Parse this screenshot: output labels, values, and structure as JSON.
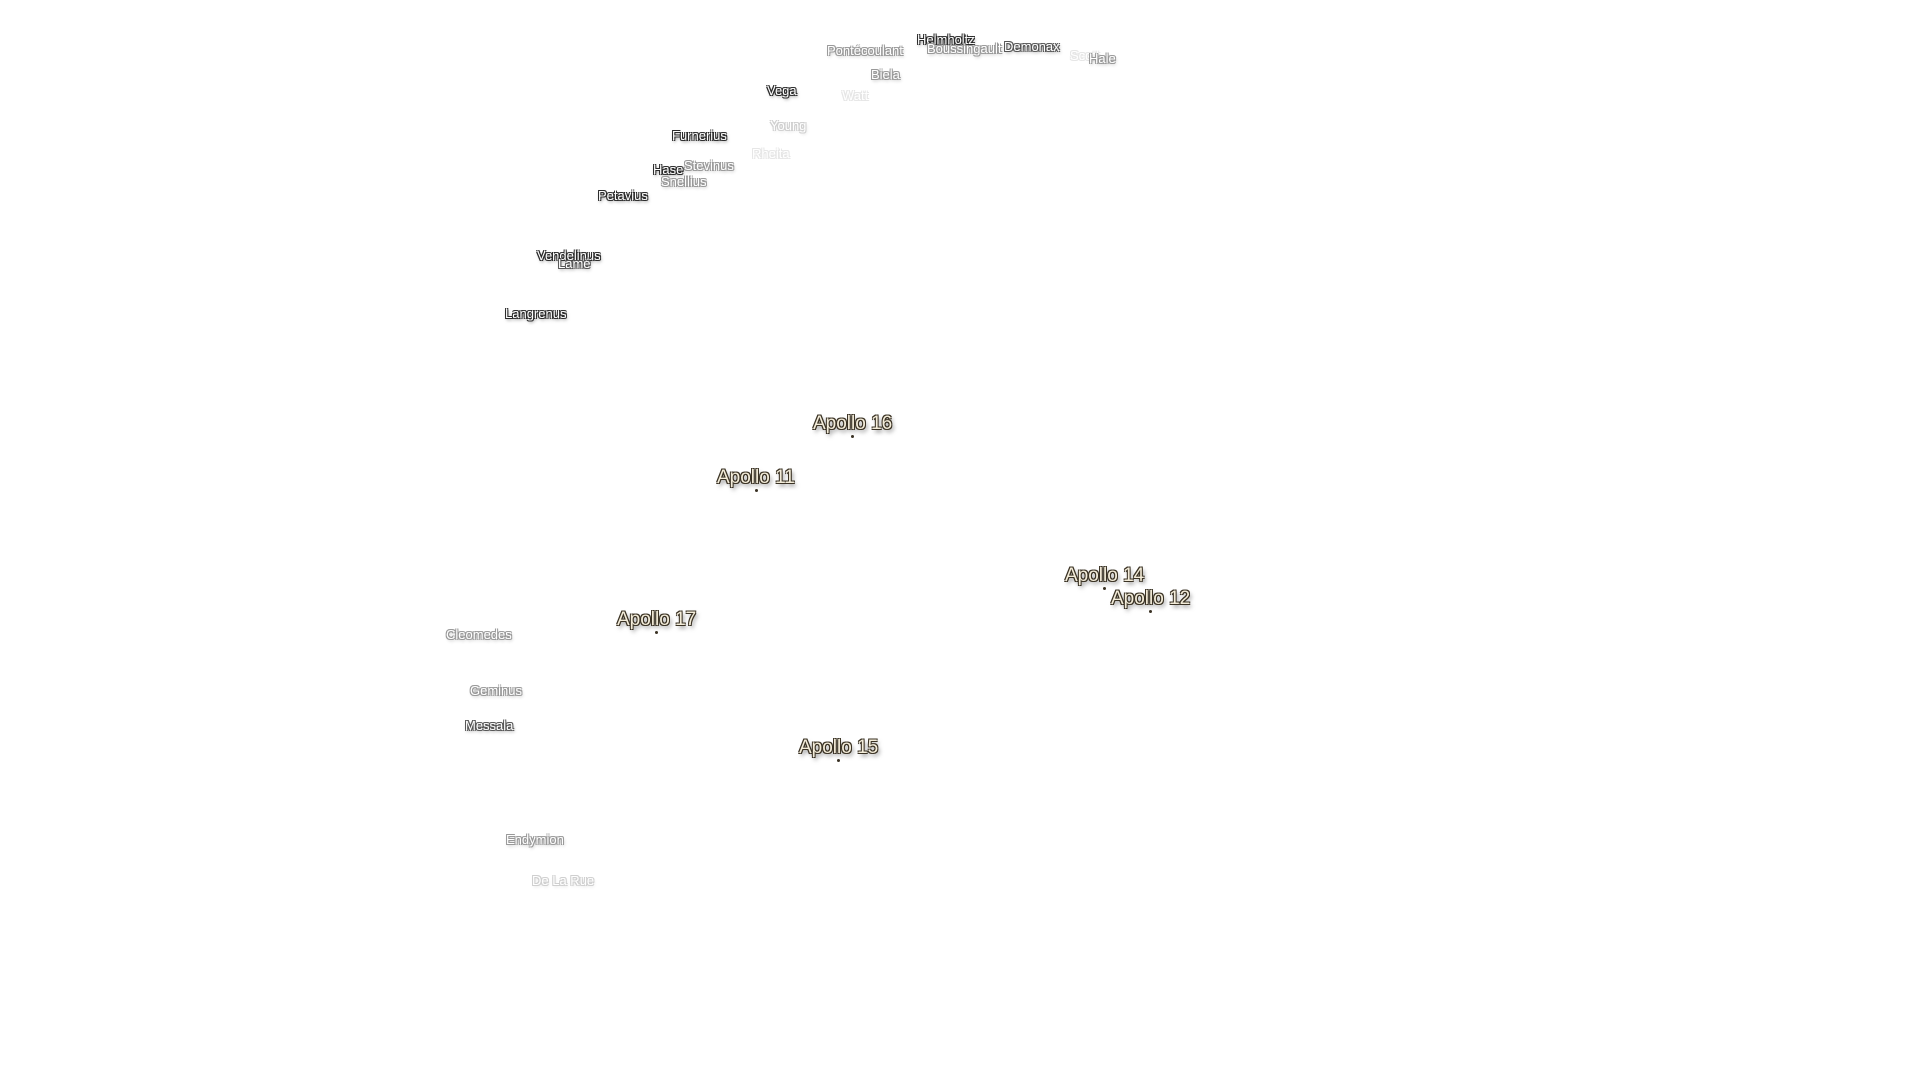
{
  "map": {
    "craters": [
      {
        "name": "Helmholtz",
        "tone": "strong"
      },
      {
        "name": "Boussingault",
        "tone": "soft"
      },
      {
        "name": "Demonax",
        "tone": "mid"
      },
      {
        "name": "Pontécoulant",
        "tone": "soft"
      },
      {
        "name": "Scott",
        "tone": "ghost"
      },
      {
        "name": "Hale",
        "tone": "soft"
      },
      {
        "name": "Biela",
        "tone": "soft"
      },
      {
        "name": "Vega",
        "tone": "strong"
      },
      {
        "name": "Watt",
        "tone": "ghost"
      },
      {
        "name": "Young",
        "tone": "faint"
      },
      {
        "name": "Furnerius",
        "tone": "strong"
      },
      {
        "name": "Rheita",
        "tone": "ghost"
      },
      {
        "name": "Stevinus",
        "tone": "soft"
      },
      {
        "name": "Hase",
        "tone": "strong"
      },
      {
        "name": "Snellius",
        "tone": "soft"
      },
      {
        "name": "Petavius",
        "tone": "strong"
      },
      {
        "name": "Vendelinus",
        "tone": "strong"
      },
      {
        "name": "Lamé",
        "tone": "mid"
      },
      {
        "name": "Langrenus",
        "tone": "strong"
      },
      {
        "name": "Cleomedes",
        "tone": "soft"
      },
      {
        "name": "Geminus",
        "tone": "soft"
      },
      {
        "name": "Messala",
        "tone": "mid"
      },
      {
        "name": "Endymion",
        "tone": "soft"
      },
      {
        "name": "De La Rue",
        "tone": "faint"
      }
    ],
    "landing_sites": [
      {
        "name": "Apollo 16"
      },
      {
        "name": "Apollo 11"
      },
      {
        "name": "Apollo 14"
      },
      {
        "name": "Apollo 12"
      },
      {
        "name": "Apollo 17"
      },
      {
        "name": "Apollo 15"
      }
    ]
  }
}
